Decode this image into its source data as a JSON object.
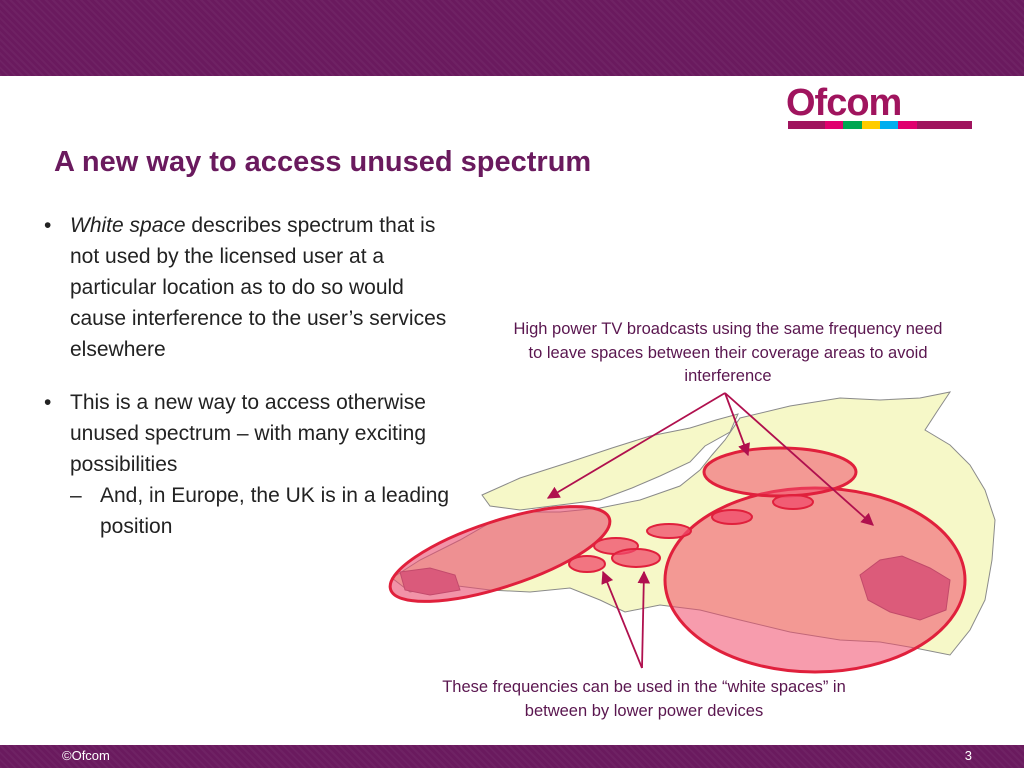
{
  "slide": {
    "title": "A new way to access unused spectrum",
    "bullets": [
      {
        "italic_lead": "White space",
        "text": " describes spectrum that is not used by the licensed user at a particular location as to do so would cause interference to the user’s services elsewhere"
      },
      {
        "text": "This is a new way to access otherwise unused spectrum – with many exciting possibilities",
        "sub": [
          {
            "dash": "–",
            "text": "And, in Europe, the UK is in a leading position"
          }
        ]
      }
    ],
    "bullet_mark": "•"
  },
  "callouts": {
    "top": "High power TV broadcasts using the same frequency need to leave spaces between their coverage areas to avoid interference",
    "bottom": "These frequencies can be used in the “white spaces” in between by lower power devices"
  },
  "logo": {
    "text": "Ofcom",
    "stripe_colors": [
      "#a0145e",
      "#a0145e",
      "#e0006e",
      "#00a651",
      "#ffcc00",
      "#00aeef",
      "#e0006e",
      "#a0145e",
      "#a0145e",
      "#a0145e"
    ]
  },
  "footer": {
    "copyright": "©Ofcom",
    "page_number": "3"
  },
  "colors": {
    "brand": "#6a1a5e",
    "coverage": "#f04a6a",
    "land": "#f6f8c8"
  },
  "icons": {
    "map": "uk-coverage-map-icon"
  }
}
